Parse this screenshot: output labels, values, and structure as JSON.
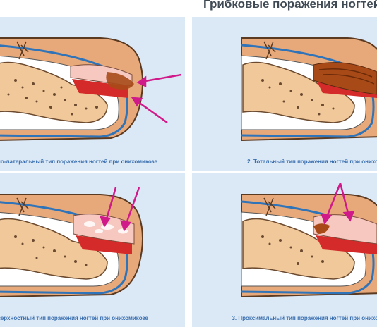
{
  "title": "Грибковые поражения ногтей",
  "panels": [
    {
      "caption": "но-латеральный тип поражения ногтей при онихомикозе"
    },
    {
      "caption": "2. Тотальный тип поражения ногтей при онихо"
    },
    {
      "caption": "верхностный тип поражения ногтей при онихомикозе"
    },
    {
      "caption": "3. Проксимальный тип поражения ногтей при онихо"
    }
  ],
  "colors": {
    "panel_bg": "#dbe8f5",
    "skin": "#e8a97a",
    "bone": "#f0c89a",
    "blue_line": "#2f73b8",
    "arrow": "#d11a8a",
    "nail": "#f6c8c0",
    "infection": "#a84a18",
    "nail_bed": "#d42a2a"
  }
}
